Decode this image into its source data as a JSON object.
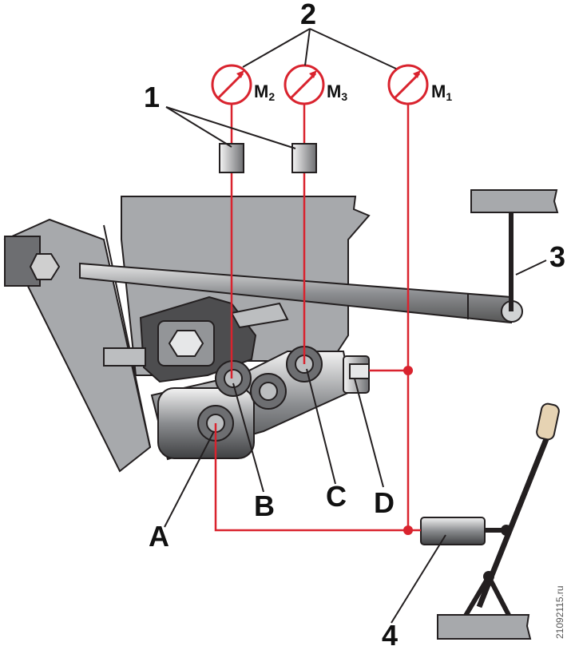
{
  "labels": {
    "callout_1": "1",
    "callout_2": "2",
    "callout_3": "3",
    "callout_4": "4",
    "port_a": "A",
    "port_b": "B",
    "port_c": "C",
    "port_d": "D"
  },
  "gauges": [
    {
      "main": "M",
      "sub": "2"
    },
    {
      "main": "M",
      "sub": "3"
    },
    {
      "main": "M",
      "sub": "1"
    }
  ],
  "watermark": "21092115.ru",
  "colors": {
    "line_red": "#d9232e",
    "body_gray": "#a7a9ac",
    "dark_gray": "#4d4d4f",
    "outline": "#231f20"
  }
}
